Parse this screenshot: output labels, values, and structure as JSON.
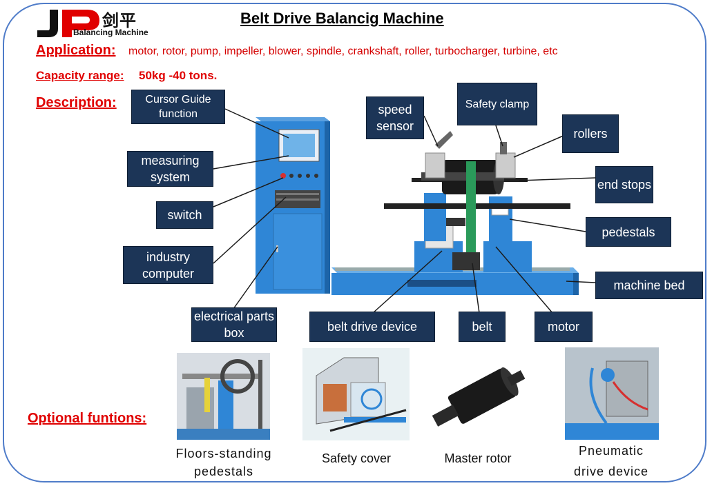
{
  "logo": {
    "mark": "JP",
    "chinese": "剑平",
    "subtitle": "Balancing Machine"
  },
  "title": "Belt Drive Balancig Machine",
  "application": {
    "label": "Application:",
    "text": "motor, rotor, pump, impeller, blower, spindle, crankshaft, roller, turbocharger, turbine, etc"
  },
  "capacity": {
    "label": "Capacity range: ",
    "value": "50kg -40 tons."
  },
  "description_label": "Description:",
  "callouts": {
    "cursor_guide": "Cursor Guide function",
    "measuring_system": "measuring system",
    "switch": "switch",
    "industry_computer": "industry computer",
    "electrical_parts_box": "electrical parts box",
    "speed_sensor": "speed sensor",
    "safety_clamp": "Safety clamp",
    "rollers": "rollers",
    "end_stops": "end stops",
    "pedestals": "pedestals",
    "machine_bed": "machine bed",
    "belt_drive_device": "belt drive device",
    "belt": "belt",
    "motor": "motor"
  },
  "optional": {
    "label": "Optional funtions:",
    "items": [
      {
        "line1": "Floors-standing",
        "line2": "pedestals"
      },
      {
        "line1": "Safety cover",
        "line2": ""
      },
      {
        "line1": "Master rotor",
        "line2": ""
      },
      {
        "line1": "Pneumatic",
        "line2": "drive device"
      }
    ]
  },
  "colors": {
    "frame": "#4f7cc9",
    "heading_red": "#e00000",
    "callout_bg": "#1c3557",
    "machine_blue": "#2f86d6"
  }
}
